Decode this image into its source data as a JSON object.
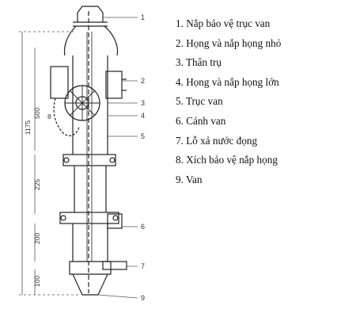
{
  "callouts": [
    "1",
    "2",
    "3",
    "4",
    "5",
    "6",
    "7",
    "9"
  ],
  "dimensions": {
    "overall": "1175",
    "upper": "500",
    "mid": "225",
    "lower": "200",
    "base": "100",
    "side": "8"
  },
  "legend": [
    "1. Nắp bảo vệ trục van",
    "2. Họng và nắp họng nhỏ",
    "3. Thân trụ",
    "4. Họng và nắp họng lớn",
    "5. Trục van",
    "6. Cánh van",
    "7. Lỗ xả nước đọng",
    "8. Xích bảo vệ nắp họng",
    "9. Van"
  ]
}
